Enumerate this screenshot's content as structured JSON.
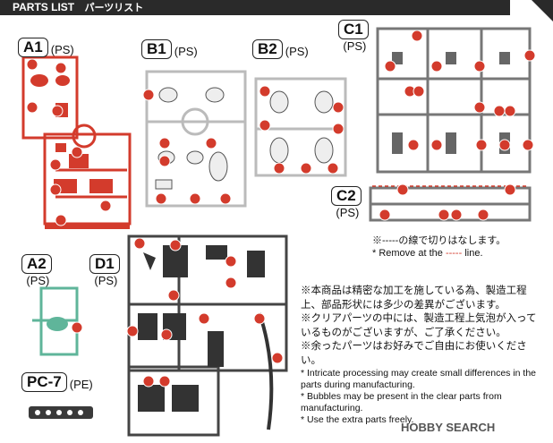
{
  "header": {
    "title": "PARTS LIST",
    "title_jp": "パーツリスト"
  },
  "runners": [
    {
      "id": "A1",
      "material": "(PS)",
      "color": "#d33b2c"
    },
    {
      "id": "B1",
      "material": "(PS)",
      "color": "#c9c9c9"
    },
    {
      "id": "B2",
      "material": "(PS)",
      "color": "#c9c9c9"
    },
    {
      "id": "C1",
      "material": "(PS)",
      "color": "#6e6e6e"
    },
    {
      "id": "C2",
      "material": "(PS)",
      "color": "#6e6e6e"
    },
    {
      "id": "A2",
      "material": "(PS)",
      "color": "#5fb59a"
    },
    {
      "id": "D1",
      "material": "(PS)",
      "color": "#3a3a3a"
    },
    {
      "id": "PC-7",
      "material": "(PE)",
      "color": "#3a3a3a"
    }
  ],
  "cut_note": {
    "jp": "※‐‐‐‐‐の線で切りはなします。",
    "en_prefix": "* Remove at the",
    "en_suffix": "line."
  },
  "notes_jp": [
    "※本商品は精密な加工を施している為、製造工程上、部品形状には多少の差異がございます。",
    "※クリアパーツの中には、製造工程上気泡が入っているものがございますが、ご了承ください。",
    "※余ったパーツはお好みでご自由にお使いください。"
  ],
  "notes_en": [
    "* Intricate processing may create small differences in the parts during manufacturing.",
    "* Bubbles may be present in the clear parts from manufacturing.",
    "* Use the extra parts freely."
  ],
  "watermark": "HOBBY SEARCH"
}
